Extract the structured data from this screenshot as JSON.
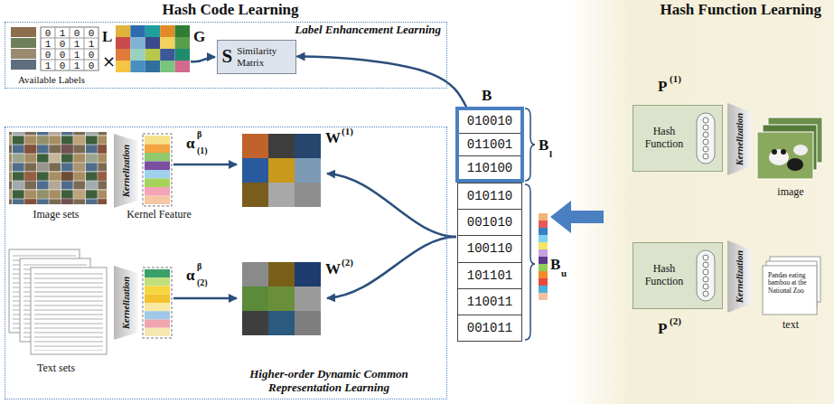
{
  "diagram": {
    "nodes": [
      {
        "text": [
          "Label Enhancement Learning"
        ]
      },
      {
        "text": [
          "S",
          "Similarity Matrix"
        ],
        "in": 0
      },
      {
        "text": [
          "010010",
          "011001",
          "110100"
        ]
      },
      {
        "text": [
          "010110",
          "001010",
          "100110",
          "101101",
          "110011",
          "001011"
        ]
      },
      {
        "text": [
          "Higher-order Dynamic Common Representation Learning"
        ]
      },
      {
        "text": [
          "Hash Function Learning"
        ]
      },
      {
        "text": [
          "Hash Function"
        ],
        "in": 5
      },
      {
        "text": [
          "Hash Function"
        ],
        "in": 5
      }
    ],
    "edges": [
      {
        "from": 2,
        "to": 1,
        "arrow": "to"
      }
    ],
    "labels": [
      "Hash Code Learning",
      "0",
      "1",
      "0",
      "0",
      "1",
      "0",
      "1",
      "1",
      "0",
      "0",
      "1",
      "0",
      "1",
      "0",
      "1",
      "0",
      "Available Labels",
      "L",
      "×",
      "G",
      "B",
      "B",
      "l",
      "B",
      "u",
      "Image sets",
      "Kernelization",
      "Kernel Feature",
      "α",
      "β",
      "(1)",
      "W",
      "(1)",
      "Text sets",
      "Kernelization",
      "α",
      "β",
      "(2)",
      "W",
      "(2)",
      "P",
      "(1)",
      "Kernelization",
      "image",
      "P",
      "(2)",
      "Kernelization",
      "Pandas eating bamboo at the National Zoo",
      "text"
    ]
  }
}
